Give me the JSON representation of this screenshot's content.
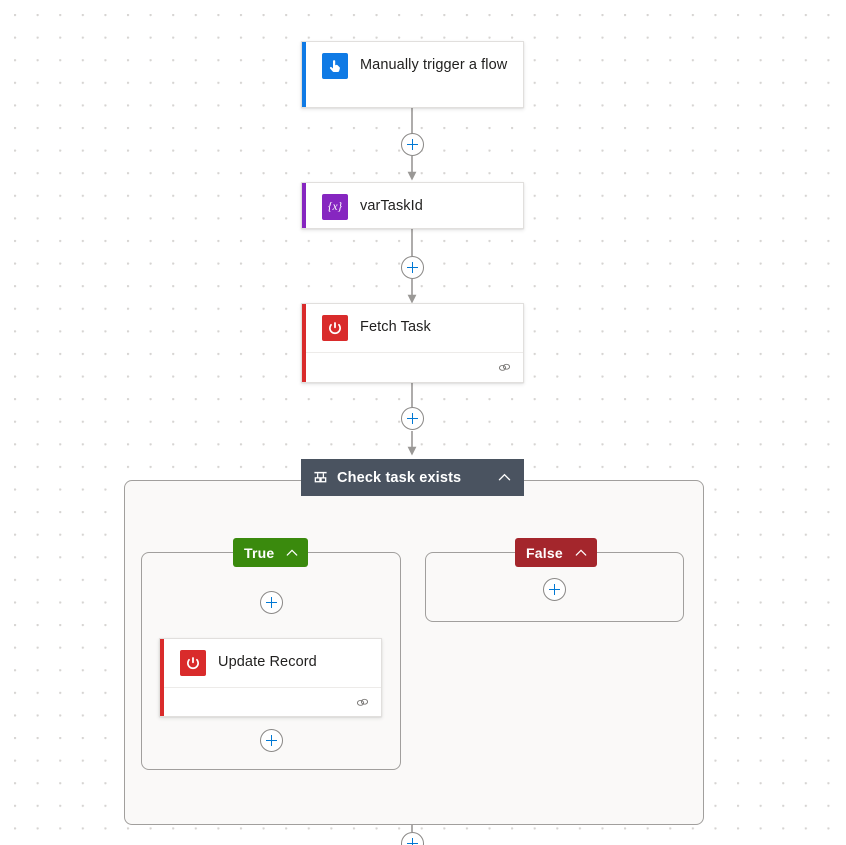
{
  "canvas": {
    "background_color": "#ffffff",
    "grid_dot_color": "#d6d4d2",
    "scope_fill": "#faf9f8",
    "scope_border": "#a19f9d",
    "connector_color": "#9a9896",
    "accent_blue": "#0078d4"
  },
  "nodes": [
    {
      "id": "trigger",
      "title": "Manually trigger a flow",
      "icon": "tap-hand-icon",
      "icon_color": "#ffffff",
      "tile_color": "#0f7ae5",
      "accent_color": "#0f7ae5",
      "has_footer": false
    },
    {
      "id": "variable",
      "title": "varTaskId",
      "icon": "variable-braces-icon",
      "icon_label": "{x}",
      "icon_color": "#ffffff",
      "tile_color": "#8626c0",
      "accent_color": "#8626c0",
      "has_footer": false
    },
    {
      "id": "fetch-task",
      "title": "Fetch Task",
      "icon": "power-icon",
      "icon_color": "#ffffff",
      "tile_color": "#d92b2b",
      "accent_color": "#d92b2b",
      "has_footer": true,
      "footer_icon": "link-chain-icon"
    },
    {
      "id": "update-record",
      "title": "Update Record",
      "icon": "power-icon",
      "icon_color": "#ffffff",
      "tile_color": "#d92b2b",
      "accent_color": "#d92b2b",
      "has_footer": true,
      "footer_icon": "link-chain-icon"
    }
  ],
  "condition": {
    "label": "Check task exists",
    "icon": "condition-branch-icon",
    "collapse_icon": "chevron-up-icon",
    "header_color": "#4a5360",
    "branches": [
      {
        "id": "true",
        "label": "True",
        "color": "#3a8a0d",
        "collapse_icon": "chevron-up-icon"
      },
      {
        "id": "false",
        "label": "False",
        "color": "#a4262c",
        "collapse_icon": "chevron-up-icon"
      }
    ]
  },
  "add_buttons": [
    {
      "id": "add-after-trigger",
      "label": "+"
    },
    {
      "id": "add-after-variable",
      "label": "+"
    },
    {
      "id": "add-after-fetch-task",
      "label": "+"
    },
    {
      "id": "add-true-before-update",
      "label": "+"
    },
    {
      "id": "add-true-after-update",
      "label": "+"
    },
    {
      "id": "add-false-branch",
      "label": "+"
    },
    {
      "id": "add-after-condition",
      "label": "+"
    }
  ]
}
